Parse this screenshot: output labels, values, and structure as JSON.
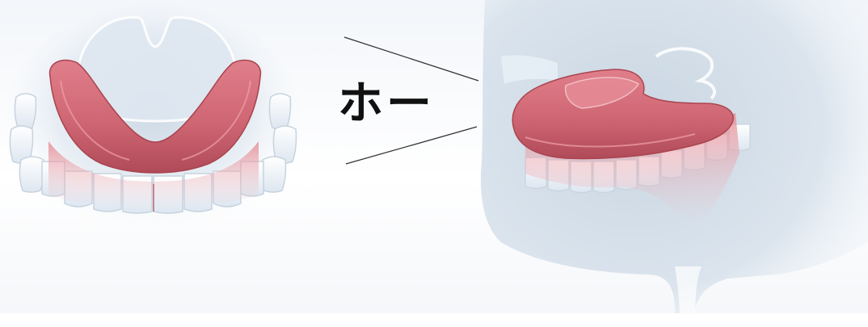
{
  "caption": {
    "text": "ホー"
  },
  "palette": {
    "tongue": "#d7717d",
    "tongue_dark": "#b8505e",
    "teeth": "#f2f6fb",
    "head_shadow": "#aabccd",
    "pointer_line": "#333333"
  },
  "illustrations": {
    "left": "tongue-front-view",
    "right": "head-side-view-with-tongue"
  }
}
